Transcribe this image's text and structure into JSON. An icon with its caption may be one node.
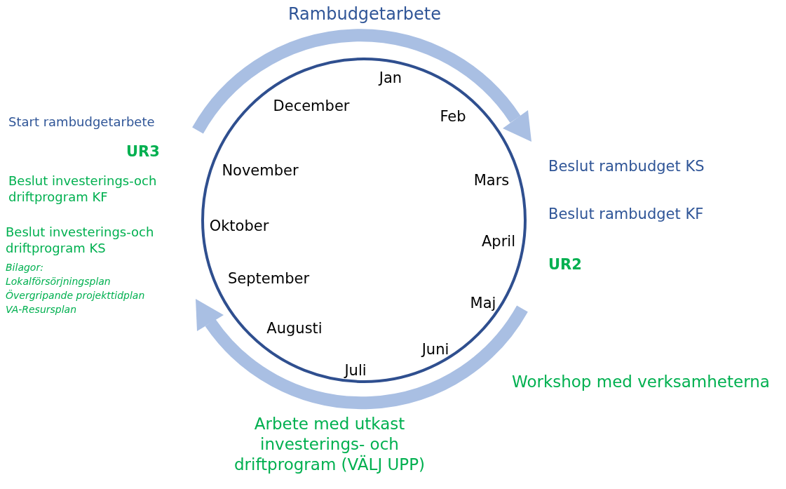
{
  "diagram": {
    "nodes": [
      {
        "text": [
          "Jan",
          "Feb",
          "Mars",
          "April",
          "Maj",
          "Juni",
          "Juli",
          "Augusti",
          "September",
          "Oktober",
          "November",
          "December"
        ]
      }
    ],
    "labels": [
      "Rambudgetarbete",
      "Start rambudgetarbete",
      "UR3",
      "Beslut investerings-och driftprogram KF",
      "Beslut rambudget KS",
      "Beslut rambudget KF",
      "Beslut investerings-och driftprogram KS",
      "Bilagor:",
      "Lokalförsörjningsplan",
      "Övergripande projekttidplan",
      "VA-Resursplan",
      "UR2",
      "Workshop med verksamheterna",
      "Arbete med utkast investerings- och driftprogram (VÄLJ UPP)"
    ]
  }
}
